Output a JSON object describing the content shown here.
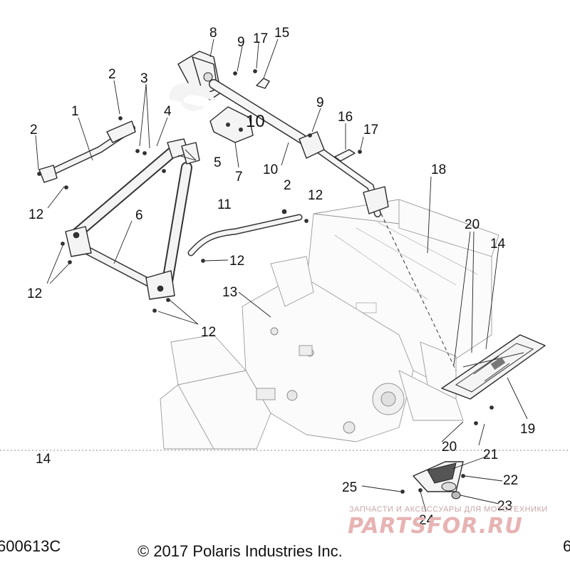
{
  "diagram": {
    "callouts": [
      {
        "id": "c1",
        "text": "1"
      },
      {
        "id": "c2a",
        "text": "2"
      },
      {
        "id": "c2b",
        "text": "2"
      },
      {
        "id": "c2c",
        "text": "2"
      },
      {
        "id": "c3",
        "text": "3"
      },
      {
        "id": "c4",
        "text": "4"
      },
      {
        "id": "c5",
        "text": "5"
      },
      {
        "id": "c6",
        "text": "6"
      },
      {
        "id": "c7",
        "text": "7"
      },
      {
        "id": "c8",
        "text": "8"
      },
      {
        "id": "c9a",
        "text": "9"
      },
      {
        "id": "c9b",
        "text": "9"
      },
      {
        "id": "c10a",
        "text": "10"
      },
      {
        "id": "c10b",
        "text": "10"
      },
      {
        "id": "c11",
        "text": "11"
      },
      {
        "id": "c12a",
        "text": "12"
      },
      {
        "id": "c12b",
        "text": "12"
      },
      {
        "id": "c12c",
        "text": "12"
      },
      {
        "id": "c12d",
        "text": "12"
      },
      {
        "id": "c12e",
        "text": "12"
      },
      {
        "id": "c13",
        "text": "13"
      },
      {
        "id": "c14a",
        "text": "14"
      },
      {
        "id": "c14b",
        "text": "14"
      },
      {
        "id": "c15",
        "text": "15"
      },
      {
        "id": "c16",
        "text": "16"
      },
      {
        "id": "c17a",
        "text": "17"
      },
      {
        "id": "c17b",
        "text": "17"
      },
      {
        "id": "c18",
        "text": "18"
      },
      {
        "id": "c19",
        "text": "19"
      },
      {
        "id": "c20a",
        "text": "20"
      },
      {
        "id": "c20b",
        "text": "20"
      },
      {
        "id": "c21",
        "text": "21"
      },
      {
        "id": "c22",
        "text": "22"
      },
      {
        "id": "c23",
        "text": "23"
      },
      {
        "id": "c24",
        "text": "24"
      },
      {
        "id": "c25",
        "text": "25"
      }
    ]
  },
  "footer": {
    "figure_code": "600613C",
    "copyright": "© 2017 Polaris Industries Inc.",
    "page_fragment": "6"
  },
  "watermark": {
    "tagline": "ЗАПЧАСТИ И АКСЕССУАРЫ ДЛЯ МОТОТЕХНИКИ",
    "brand": "PARTSFOR.RU",
    "brand_color": "#e7b3b3"
  }
}
